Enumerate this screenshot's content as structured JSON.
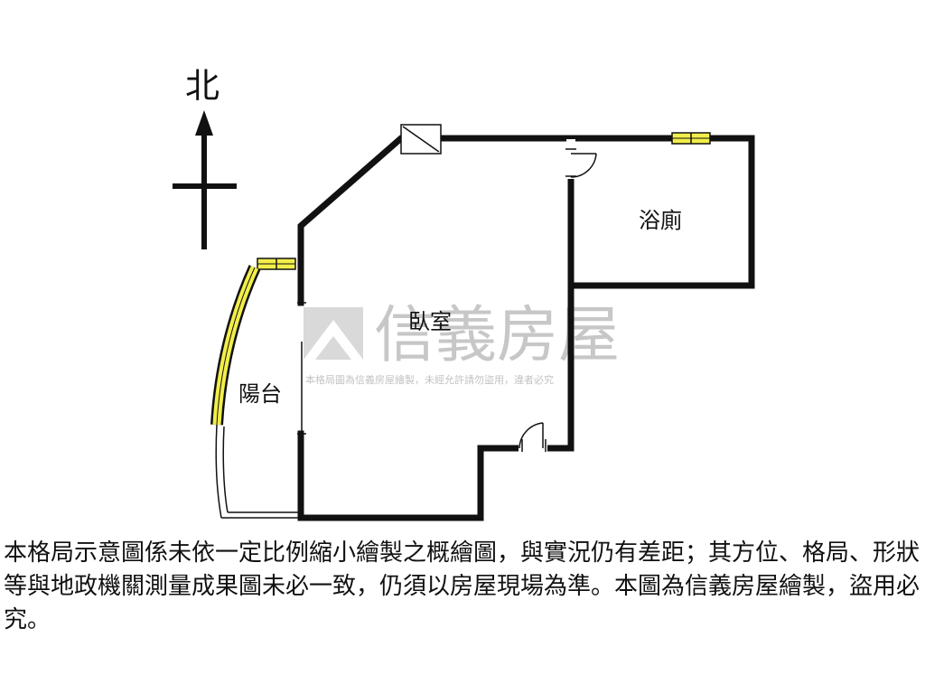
{
  "compass": {
    "label": "北"
  },
  "rooms": [
    {
      "id": "bathroom",
      "label": "浴廁"
    },
    {
      "id": "bedroom",
      "label": "臥室"
    },
    {
      "id": "balcony",
      "label": "陽台"
    }
  ],
  "watermark": {
    "brand": "信義房屋",
    "notice": "本格局圖為信義房屋繪製，未經允許請勿盜用，違者必究"
  },
  "disclaimer": "本格局示意圖係未依一定比例縮小繪製之概繪圖，與實況仍有差距；其方位、格局、形狀等與地政機關測量成果圖未必一致，仍須以房屋現場為準。本圖為信義房屋繪製，盜用必究。",
  "colors": {
    "wall": "#111111",
    "window": "#f2ee4a",
    "watermark": "#9a9a9a"
  }
}
